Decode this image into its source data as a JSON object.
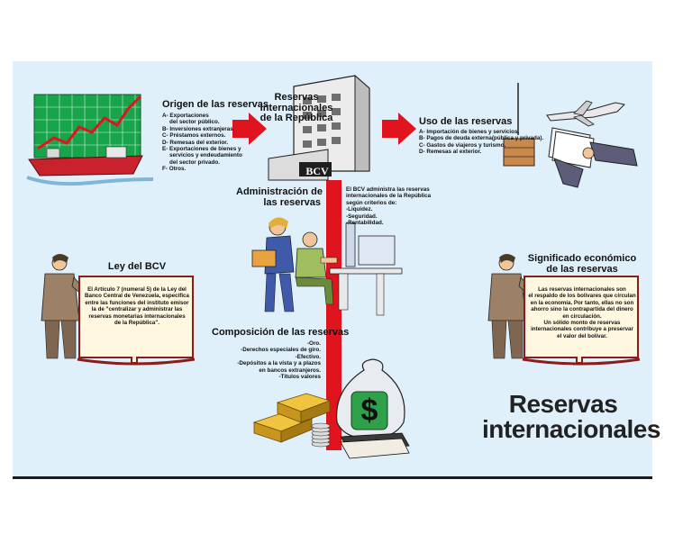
{
  "colors": {
    "panel": "#dff0fb",
    "accent": "#e0141e",
    "ship": "#c8232c",
    "chart_bg": "#17a44b",
    "chart_line": "#e0141e"
  },
  "origen": {
    "title_lines": [
      "Origen de las reservas"
    ],
    "items": [
      "A- Exportaciones",
      "     del sector público.",
      "B- Inversiones extranjeras.",
      "C- Préstamos externos.",
      "D- Remesas del exterior.",
      "E- Exportaciones de bienes y",
      "     servicios y endeudamiento",
      "     del sector privado.",
      "F- Otros."
    ]
  },
  "reservas": {
    "title_lines": [
      "Reservas",
      "Internacionales",
      "de la República"
    ],
    "building_sign": "BCV"
  },
  "uso": {
    "title": "Uso de las reservas",
    "items": [
      "A- Importación de bienes y servicios.",
      "B- Pagos de deuda externa(pública y privada).",
      "C- Gastos de viajeros y turismo.",
      "D- Remesas al exterior."
    ]
  },
  "administracion": {
    "title_lines": [
      "Administración de",
      "las reservas"
    ],
    "text_lines": [
      "El BCV administra las reservas",
      "internacionales de la República",
      "según criterios de:",
      "-Liquidez.",
      "-Seguridad.",
      "-Rentabilidad."
    ]
  },
  "ley": {
    "title": "Ley del BCV",
    "text_lines": [
      "El Artículo 7 (numeral 5) de la Ley del",
      "Banco Central de Venezuela, especifica",
      "entre las funciones del instituto emisor",
      "la de \"centralizar y administrar las",
      "reservas monetarias internacionales",
      "de la República\"."
    ]
  },
  "significado": {
    "title_lines": [
      "Significado económico",
      "de las reservas"
    ],
    "text_lines": [
      "Las reservas internacionales son",
      "el respaldo de los bolívares que circulan",
      "en la economía. Por tanto, ellas no son",
      "ahorro sino la contrapartida del dinero",
      "en circulación.",
      "Un sólido monto de reservas",
      "internacionales contribuye a preservar",
      "el valor del bolívar."
    ]
  },
  "composicion": {
    "title": "Composición de las reservas",
    "items": [
      "-Oro.",
      "-Derechos especiales de giro.",
      "-Efectivo.",
      "-Depósitos a la vista y a plazos",
      "en bancos extranjeros.",
      "-Títulos valores"
    ]
  },
  "money_bag_symbol": "$",
  "main_title": [
    "Reservas",
    "internacionales"
  ]
}
